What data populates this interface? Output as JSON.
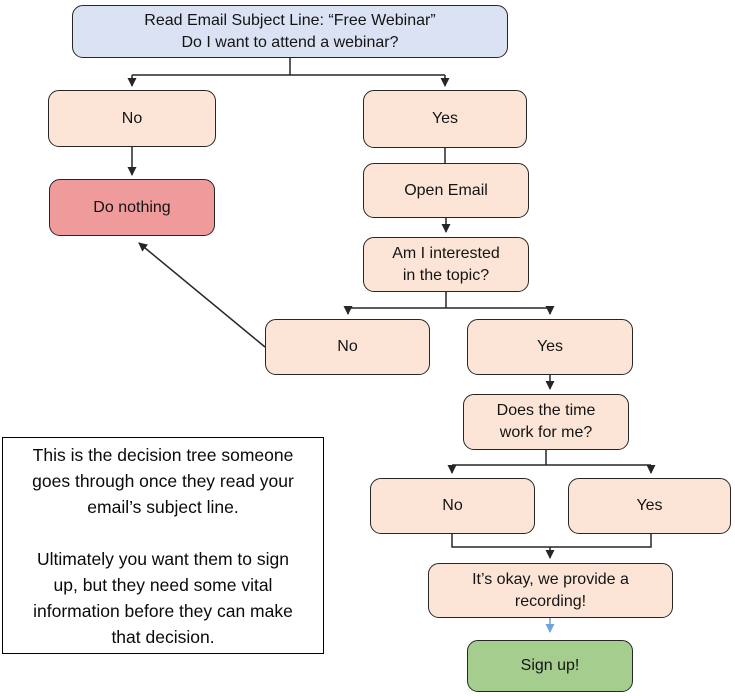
{
  "colors": {
    "line": "#262626",
    "lightblue": "#dae2f3",
    "peach": "#fce5d6",
    "red": "#f09b9b",
    "green": "#a5ce8e",
    "arrowblue": "#6fa3dc"
  },
  "nodes": {
    "start": {
      "label": "Read Email Subject Line: “Free Webinar”\nDo I want to attend a webinar?"
    },
    "no1": {
      "label": "No"
    },
    "yes1": {
      "label": "Yes"
    },
    "do_nothing": {
      "label": "Do nothing"
    },
    "open_email": {
      "label": "Open Email"
    },
    "interested": {
      "label": "Am I interested\nin the topic?"
    },
    "no2": {
      "label": "No"
    },
    "yes2": {
      "label": "Yes"
    },
    "time_works": {
      "label": "Does the time\nwork for me?"
    },
    "no3": {
      "label": "No"
    },
    "yes3": {
      "label": "Yes"
    },
    "recording": {
      "label": "It’s okay, we provide a\nrecording!"
    },
    "sign_up": {
      "label": "Sign up!"
    }
  },
  "note": {
    "text": "This is the decision tree someone\ngoes through once they read your\nemail’s subject line.\n\nUltimately you want them to sign\nup, but they need some vital\ninformation before they can make\nthat decision."
  }
}
